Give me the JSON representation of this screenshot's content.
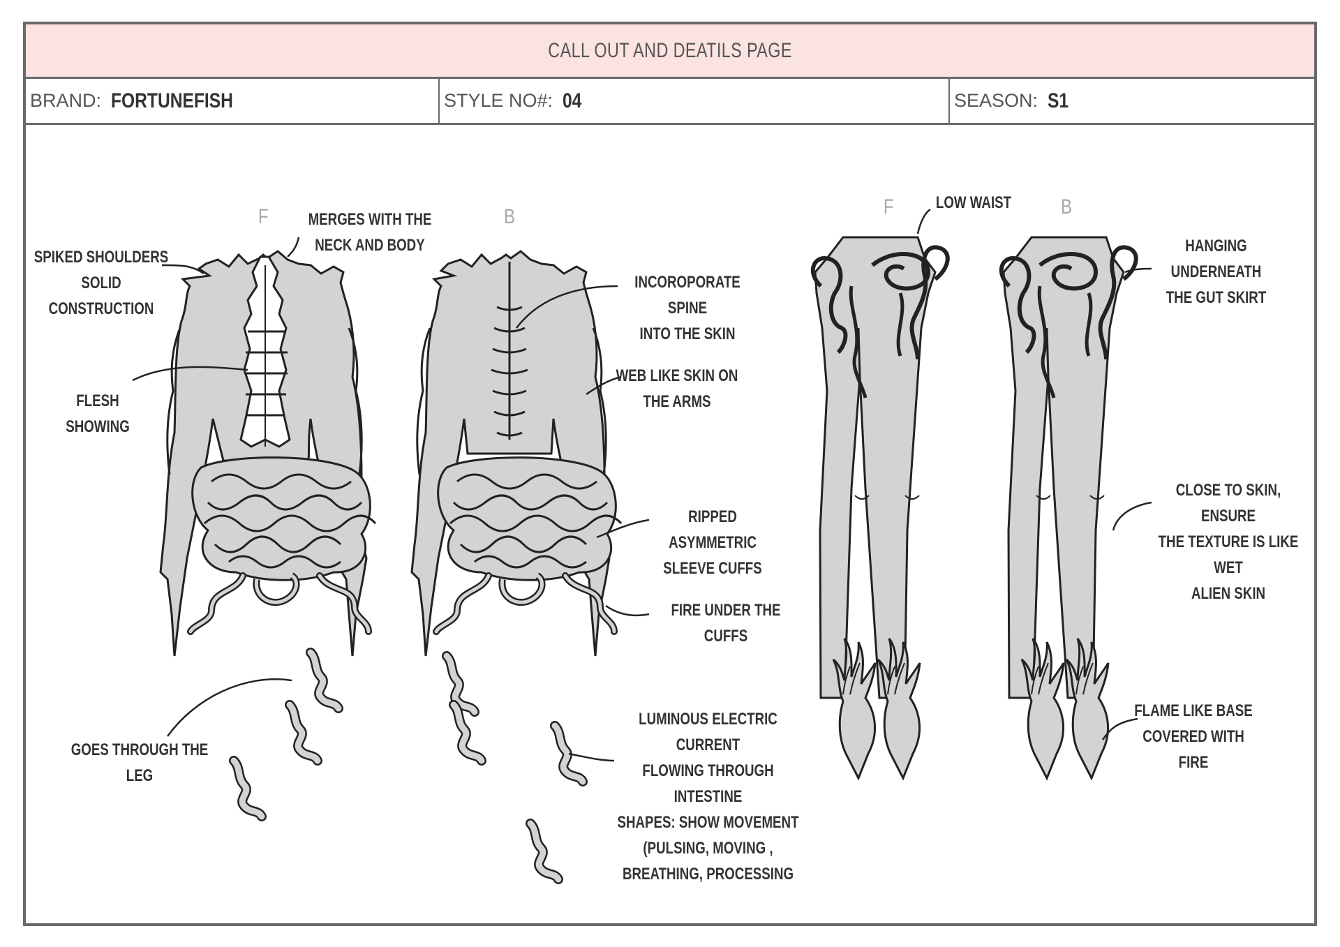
{
  "header": {
    "title": "CALL OUT AND DEATILS PAGE",
    "brand_label": "BRAND:",
    "brand_value": "FORTUNEFISH",
    "style_label": "STYLE NO#:",
    "style_value": "04",
    "season_label": "SEASON:",
    "season_value": "S1"
  },
  "views": {
    "top_front": "F",
    "top_back": "B",
    "pants_front": "F",
    "pants_back": "B"
  },
  "callouts": {
    "spiked_shoulders": "SPIKED SHOULDERS\nSOLID CONSTRUCTION",
    "merges_neck": "MERGES WITH THE\nNECK AND BODY",
    "flesh_showing": "FLESH SHOWING",
    "spine": "INCOROPORATE SPINE\nINTO THE SKIN",
    "web_skin": "WEB LIKE SKIN ON\nTHE ARMS",
    "ripped_cuffs": "RIPPED ASYMMETRIC\nSLEEVE CUFFS",
    "fire_cuffs": "FIRE UNDER THE CUFFS",
    "leg": "GOES THROUGH THE LEG",
    "luminous": "LUMINOUS ELECTRIC CURRENT\nFLOWING THROUGH INTESTINE\nSHAPES: SHOW MOVEMENT\n(PULSING, MOVING ,\nBREATHING, PROCESSING",
    "low_waist": "LOW WAIST",
    "gut_skirt": "HANGING UNDERNEATH\nTHE GUT SKIRT",
    "close_skin": "CLOSE TO SKIN, ENSURE\nTHE TEXTURE IS LIKE WET\nALIEN SKIN",
    "flame_base": "FLAME LIKE BASE\nCOVERED WITH FIRE"
  }
}
